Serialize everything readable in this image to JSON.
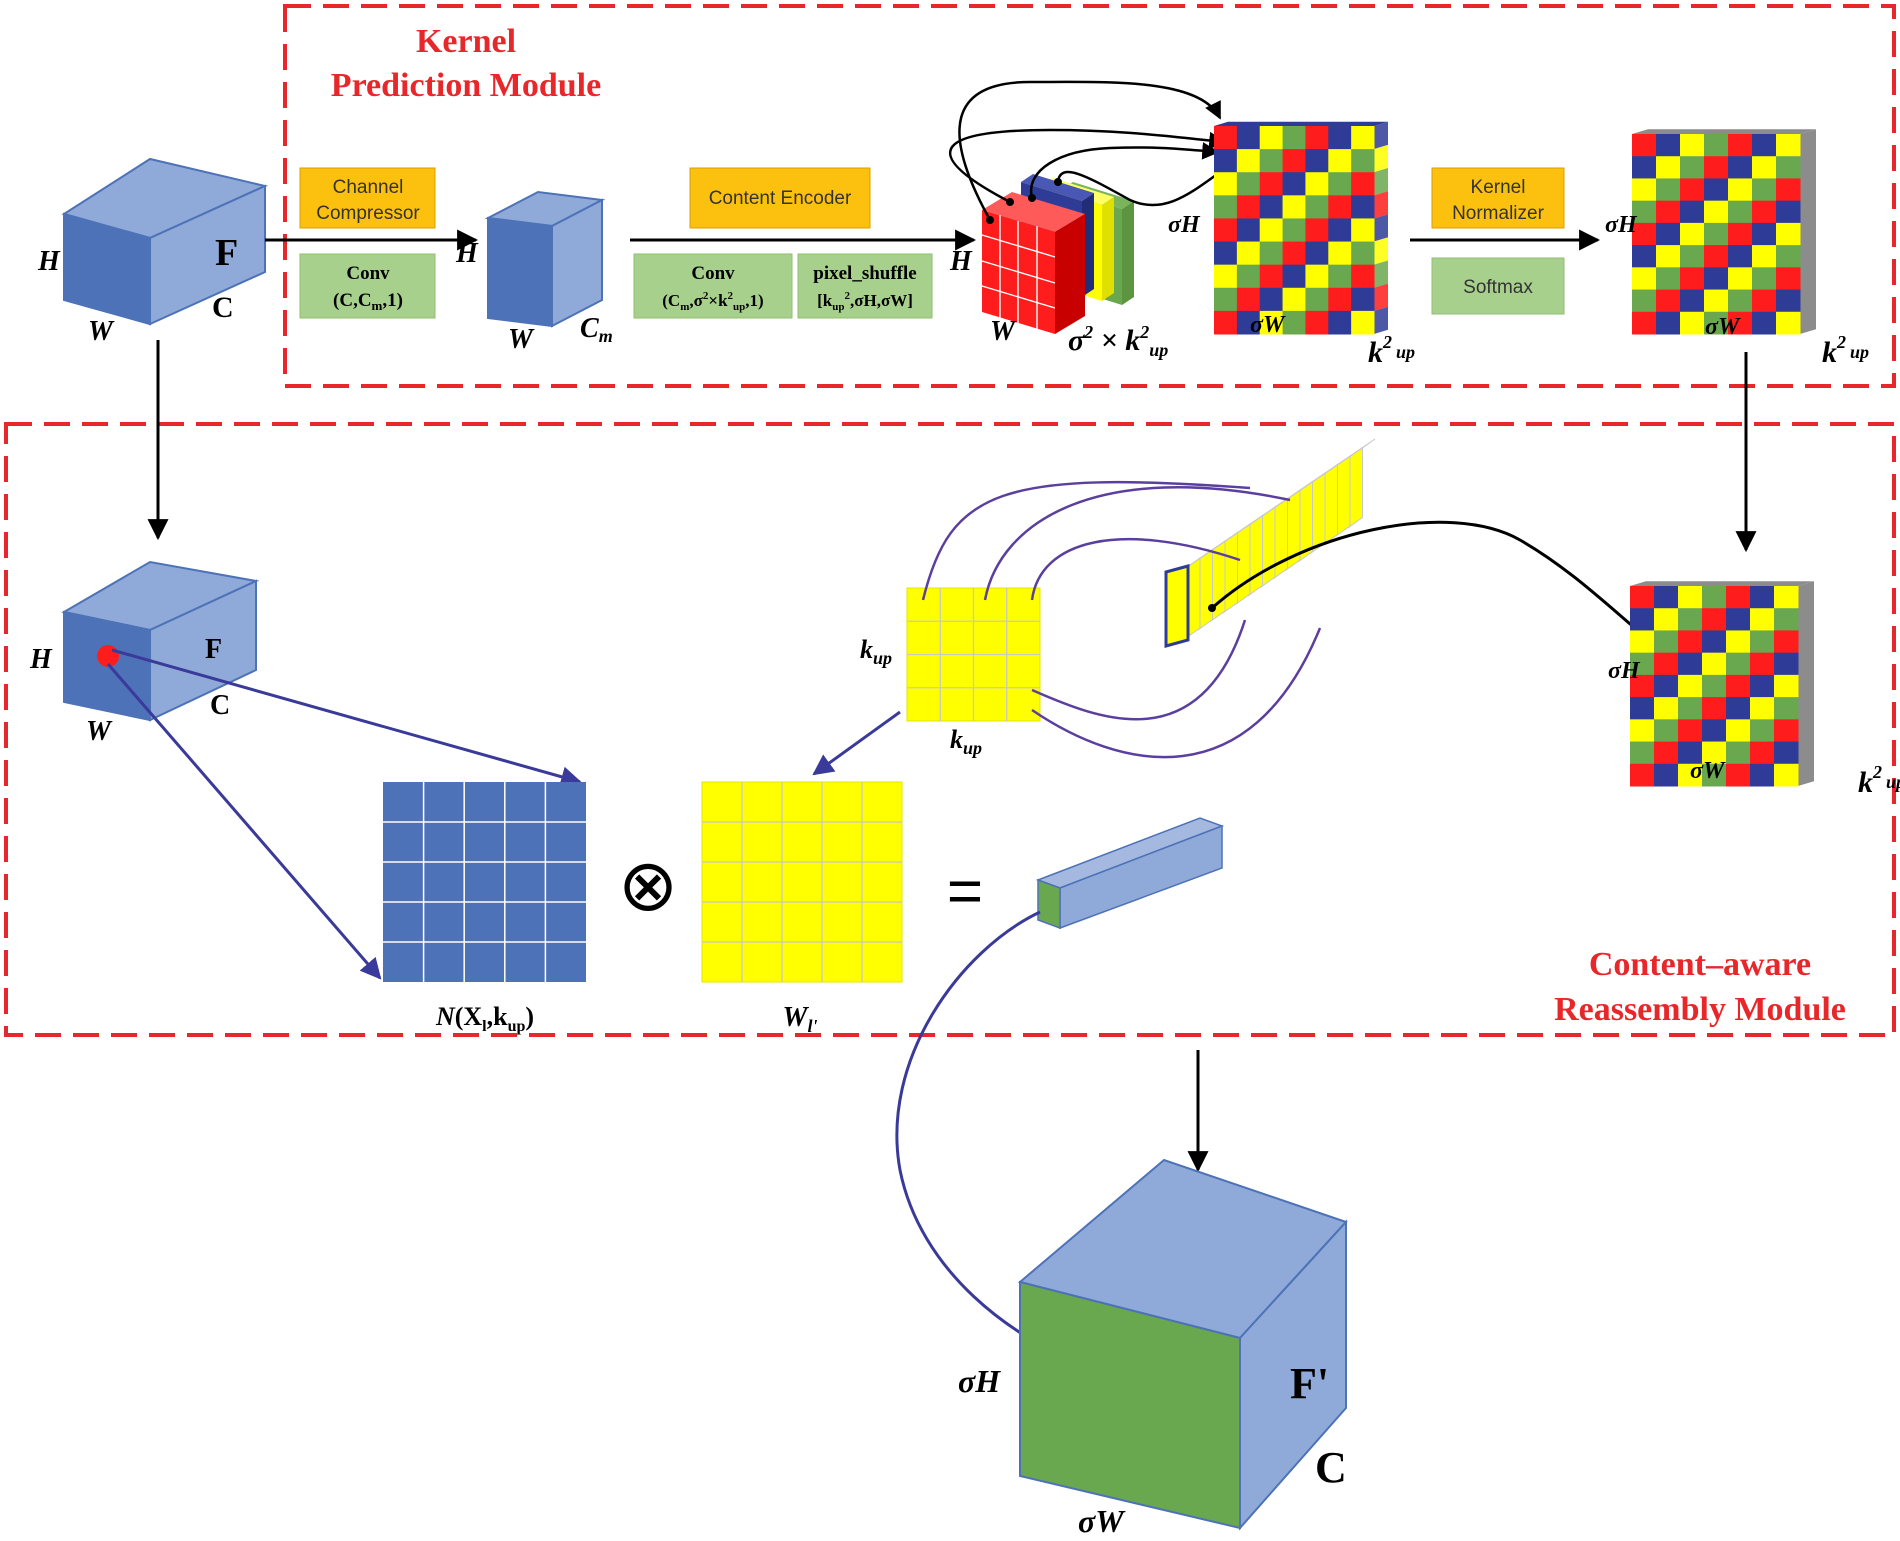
{
  "colors": {
    "module_border": "#e8272b",
    "module_title": "#e8272b",
    "cube_front": "#4d72b8",
    "cube_light": "#8faad8",
    "orange_box": "#fcc10f",
    "green_box": "#a8d08d",
    "red": "#ff1c1c",
    "blue": "#2e3c98",
    "yellow": "#ffff00",
    "green": "#6aa84f",
    "gray": "#8c8c8c",
    "purple_line": "#5a3f9e",
    "navy_arrow": "#3a3a9a"
  },
  "modules": {
    "kernel_prediction": {
      "title_line1": "Kernel",
      "title_line2": "Prediction Module"
    },
    "reassembly": {
      "title_line1": "Content–aware",
      "title_line2": "Reassembly Module"
    }
  },
  "input_cube": {
    "face": "F",
    "h": "H",
    "w": "W",
    "c": "C"
  },
  "channel_compressor": {
    "label_line1": "Channel",
    "label_line2": "Compressor",
    "conv_line1": "Conv",
    "conv_line2": "(C,C",
    "conv_sub": "m",
    "conv_end": ",1)"
  },
  "compressed_cube": {
    "h": "H",
    "w": "W",
    "c_main": "C",
    "c_sub": "m"
  },
  "content_encoder": {
    "label": "Content Encoder",
    "conv_line1": "Conv",
    "conv_p1": "(C",
    "conv_s1": "m",
    "conv_p2": ",σ",
    "conv_sup1": "2",
    "conv_p3": "×k",
    "conv_sup2": "2",
    "conv_s2": "up",
    "conv_p4": ",1)",
    "shuffle_line1": "pixel_shuffle",
    "shuffle_p1": "[k",
    "shuffle_sub": "up",
    "shuffle_sup": "2",
    "shuffle_p2": ",σH,σW]"
  },
  "encoded_tensor": {
    "h": "H",
    "w": "W",
    "depth_p1": "σ",
    "depth_sup1": "2",
    "depth_p2": " × k",
    "depth_sup2": "2",
    "depth_sub": "up"
  },
  "shuffled_tensor": {
    "h": "σH",
    "w": "σW",
    "k_main": "k",
    "k_sup": "2",
    "k_sub": "up"
  },
  "kernel_normalizer": {
    "label_line1": "Kernel",
    "label_line2": "Normalizer",
    "softmax": "Softmax"
  },
  "normalized_tensor": {
    "h": "σH",
    "w": "σW",
    "k_main": "k",
    "k_sup": "2",
    "k_sub": "up"
  },
  "reassembly_input_cube": {
    "face": "F",
    "h": "H",
    "w": "W",
    "c": "C"
  },
  "kernel_grid": {
    "rows_label_main": "k",
    "rows_label_sub": "up",
    "cols_label_main": "k",
    "cols_label_sub": "up"
  },
  "neighborhood": {
    "label_main": "N",
    "label_p1": "(X",
    "label_s1": "l",
    "label_p2": ",k",
    "label_s2": "up",
    "label_p3": ")"
  },
  "operator": {
    "otimes": "⊗",
    "equals": "="
  },
  "kernel_weights": {
    "label_main": "W",
    "label_sub": "l'"
  },
  "reassembly_tensor": {
    "h": "σH",
    "w": "σW",
    "k_main": "k",
    "k_sup": "2",
    "k_sub": "up"
  },
  "output_cube": {
    "face": "F'",
    "h": "σH",
    "w": "σW",
    "c": "C"
  }
}
